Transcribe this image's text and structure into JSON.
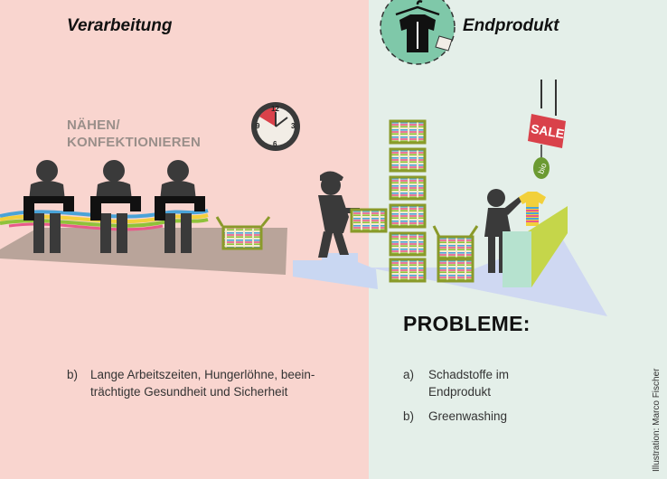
{
  "sections": {
    "left_title": "Verarbeitung",
    "right_title": "Endprodukt"
  },
  "stage_label": {
    "line1": "NÄHEN/",
    "line2": "KONFEKTIONIEREN"
  },
  "clock": {
    "numbers": [
      "12",
      "3",
      "6",
      "9"
    ]
  },
  "sale_sign": "SALE",
  "bio_tag": "bio",
  "problems": {
    "heading": "PROBLEME:",
    "left_items": [
      {
        "marker": "b)",
        "text": "Lange Arbeitszeiten, Hungerlöhne, beein-\nträchtigte Gesundheit und Sicherheit"
      }
    ],
    "right_items": [
      {
        "marker": "a)",
        "text": "Schadstoffe im\nEndprodukt"
      },
      {
        "marker": "b)",
        "text": "Greenwashing"
      }
    ]
  },
  "credit": "Illustration: Marco Fischer",
  "colors": {
    "left_bg": "#f9d5cf",
    "right_bg": "#e4efe9",
    "floor": "#b9a49a",
    "box_fill": "#f5ead0",
    "box_border": "#8a9a2a",
    "lime": "#c5d64a",
    "sale_red": "#d9414a",
    "bio_green": "#6b9a32",
    "figure": "#3a3a3a"
  }
}
